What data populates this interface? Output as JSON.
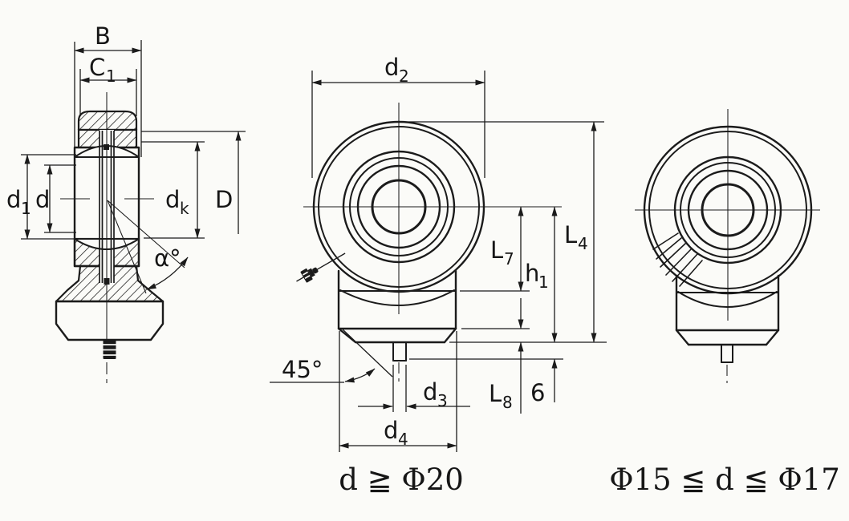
{
  "drawing": {
    "title": "rod end bearing dimensional drawing",
    "background_color": "#fbfbf8",
    "line_color": "#1b1b1b",
    "views": {
      "left": "cross-section view",
      "middle": "front view for d ≧ Φ20",
      "right": "front view for Φ15 ≦ d ≦ Φ17"
    }
  },
  "dims": {
    "B": {
      "text": "B"
    },
    "C1": {
      "base": "C",
      "sub": "1"
    },
    "d1": {
      "base": "d",
      "sub": "1"
    },
    "d": {
      "text": "d"
    },
    "dk": {
      "base": "d",
      "sub": "k"
    },
    "D": {
      "text": "D"
    },
    "alpha": {
      "text": "α°"
    },
    "d2": {
      "base": "d",
      "sub": "2"
    },
    "L7": {
      "base": "L",
      "sub": "7"
    },
    "h1": {
      "base": "h",
      "sub": "1"
    },
    "L4": {
      "base": "L",
      "sub": "4"
    },
    "angle45": {
      "text": "45°"
    },
    "d3": {
      "base": "d",
      "sub": "3"
    },
    "L8": {
      "base": "L",
      "sub": "8"
    },
    "stem_height": {
      "text": "6"
    },
    "d4": {
      "base": "d",
      "sub": "4"
    }
  },
  "captions": {
    "middle_view": "d ≧ Φ20",
    "right_view": "Φ15 ≦ d ≦ Φ17"
  }
}
